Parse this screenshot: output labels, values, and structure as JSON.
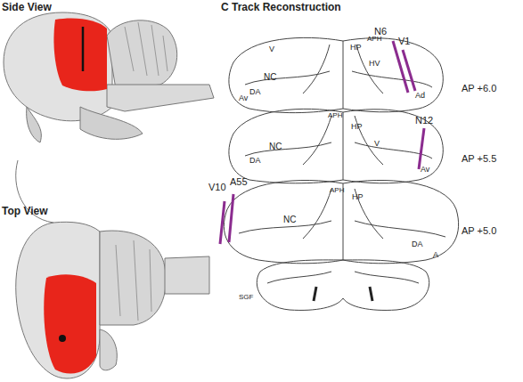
{
  "diagram": {
    "labels": [
      "Side View",
      "C Track Reconstruction",
      "N6",
      "V1",
      "V",
      "HP",
      "APH",
      "HV",
      "NC",
      "DA",
      "Ad",
      "Av",
      "AP +6.0",
      "APH",
      "HP",
      "N12",
      "V",
      "NC",
      "DA",
      "Av",
      "AP +5.5",
      "V10",
      "A55",
      "APH",
      "HP",
      "NC",
      "DA",
      "A",
      "SGF",
      "AP +5.0",
      "Top View"
    ]
  }
}
